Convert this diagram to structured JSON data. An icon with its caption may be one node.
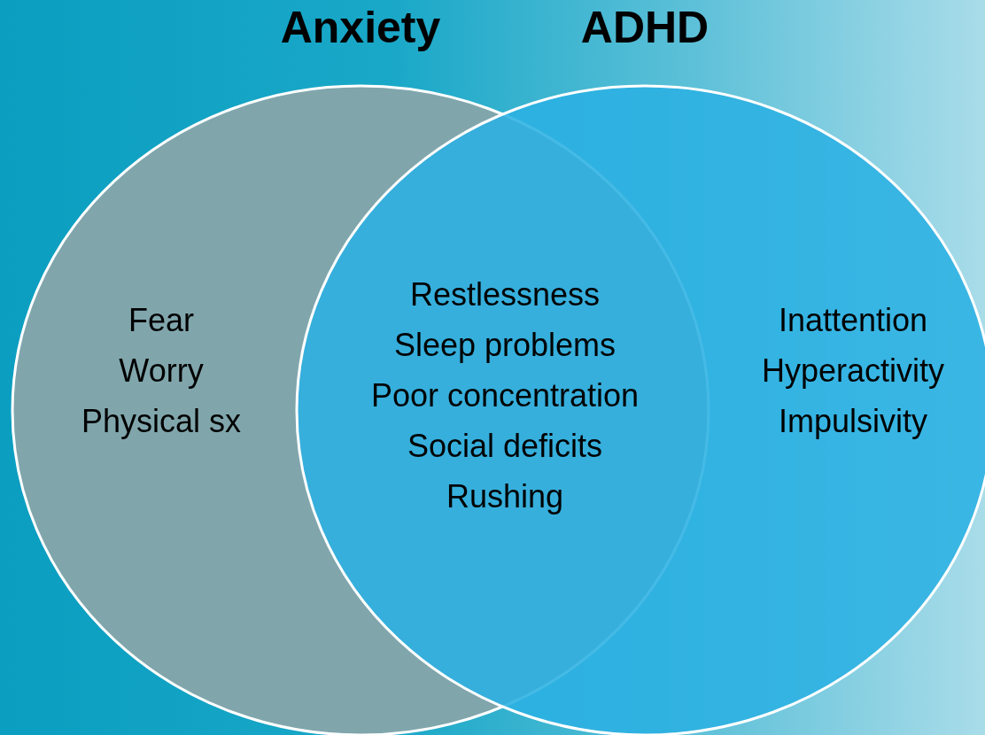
{
  "diagram": {
    "nodes": [
      {
        "text": [
          "Anxiety",
          "Fear",
          "Worry",
          "Physical sx"
        ]
      },
      {
        "text": [
          "ADHD",
          "Inattention",
          "Hyperactivity",
          "Impulsivity"
        ]
      },
      {
        "text": [
          "Restlessness",
          "Sleep problems",
          "Poor concentration",
          "Social deficits",
          "Rushing"
        ]
      }
    ],
    "edges": []
  }
}
